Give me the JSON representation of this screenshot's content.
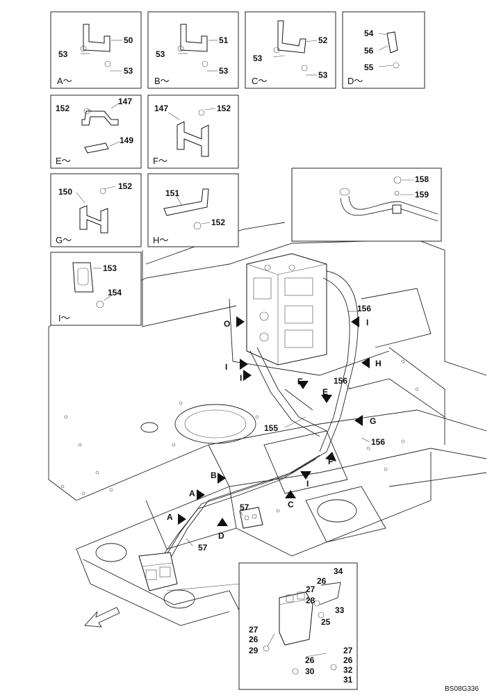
{
  "drawing_code": "BS08G336",
  "detail_panels": [
    {
      "id": "A",
      "caption": "A～",
      "callouts": [
        "50",
        "53",
        "53"
      ]
    },
    {
      "id": "B",
      "caption": "B～",
      "callouts": [
        "51",
        "53",
        "53"
      ]
    },
    {
      "id": "C",
      "caption": "C～",
      "callouts": [
        "52",
        "53",
        "53"
      ]
    },
    {
      "id": "D",
      "caption": "D～",
      "callouts": [
        "54",
        "56",
        "55"
      ]
    },
    {
      "id": "E",
      "caption": "E～",
      "callouts": [
        "152",
        "147",
        "149"
      ]
    },
    {
      "id": "F",
      "caption": "F～",
      "callouts": [
        "147",
        "152"
      ]
    },
    {
      "id": "G",
      "caption": "G～",
      "callouts": [
        "150",
        "152"
      ]
    },
    {
      "id": "H",
      "caption": "H～",
      "callouts": [
        "151",
        "152"
      ]
    },
    {
      "id": "I",
      "caption": "I～",
      "callouts": [
        "153",
        "154"
      ]
    },
    {
      "id": "TOP",
      "caption": "",
      "callouts": [
        "158",
        "159"
      ]
    }
  ],
  "main_callouts": [
    "156",
    "156",
    "155",
    "156",
    "57",
    "57"
  ],
  "main_arrow_labels": [
    "O",
    "I",
    "I",
    "I",
    "E",
    "E",
    "H",
    "G",
    "F",
    "B",
    "A",
    "A",
    "C",
    "I",
    "D"
  ],
  "bottom_detail_callouts": [
    "34",
    "26",
    "27",
    "28",
    "33",
    "25",
    "27",
    "26",
    "29",
    "27",
    "26",
    "26",
    "30",
    "32",
    "31"
  ]
}
